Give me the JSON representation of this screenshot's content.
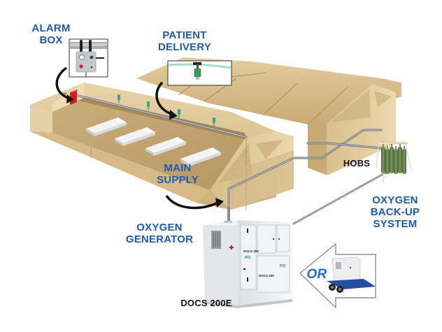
{
  "diagram": {
    "title": "Field hospital oxygen distribution layout",
    "labels": {
      "alarm_box": [
        "ALARM",
        "BOX"
      ],
      "patient_delivery": [
        "PATIENT",
        "DELIVERY"
      ],
      "main_supply": [
        "MAIN",
        "SUPPLY"
      ],
      "oxygen_generator": [
        "OXYGEN",
        "GENERATOR"
      ],
      "hobs": "HOBS",
      "oxygen_backup": [
        "OXYGEN",
        "BACK-UP",
        "SYSTEM"
      ],
      "model": "DOCS 200E",
      "or": "OR"
    },
    "equipment_markings": {
      "unit_label": "DOCS 200",
      "brand": "PCI"
    },
    "colors": {
      "label_blue": "#1f5aa8",
      "tent_tan": "#d9c090",
      "pipe_gray": "#8a8f96",
      "alarm_red": "#d11f26",
      "outlet_green": "#3aa58a",
      "cylinder_green": "#5f7a45",
      "trailer_blue": "#244f9e"
    }
  }
}
